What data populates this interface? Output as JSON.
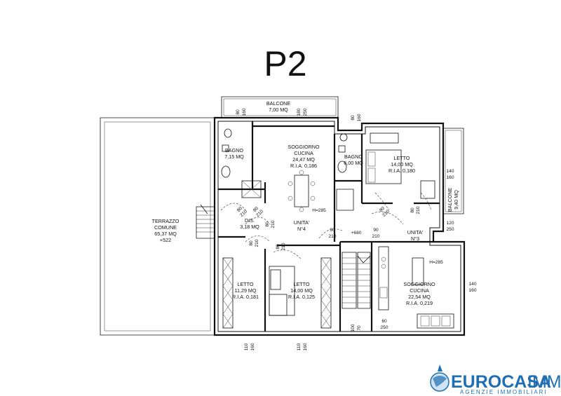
{
  "title": "P2",
  "rooms": {
    "balcone_top": [
      "BALCONE",
      "7,00 MQ"
    ],
    "terrazzo": [
      "TERRAZZO",
      "COMUNE",
      "65,37 MQ",
      "+522"
    ],
    "bagno_left": [
      "BAGNO",
      "7,15 MQ"
    ],
    "soggiorno4": [
      "SOGGIORNO",
      "CUCINA",
      "24,47 MQ",
      "R.I.A. 0,186"
    ],
    "bagno_right": [
      "BAGNO",
      "6,00 MQ"
    ],
    "letto_tr": [
      "LETTO",
      "14,00 MQ",
      "R.I.A. 0,180"
    ],
    "balcone_right": [
      "BALCONE",
      "9,40 MQ"
    ],
    "dis": [
      "DIS.",
      "3,18 MQ"
    ],
    "unita4": [
      "UNITA'",
      "N°4"
    ],
    "unita3": [
      "UNITA'",
      "N°3"
    ],
    "letto_bl": [
      "LETTO",
      "11,29 MQ",
      "R.I.A. 0,181"
    ],
    "letto_bm": [
      "LETTO",
      "14,00 MQ",
      "R.I.A. 0,125"
    ],
    "soggiorno3": [
      "SOGGIORNO",
      "CUCINA",
      "22,54 MQ",
      "R.I.A. 0,219"
    ]
  },
  "dims": {
    "d1": [
      "80",
      "160"
    ],
    "d2": [
      "180",
      "250"
    ],
    "d3": [
      "80",
      "160"
    ],
    "h285a": "H=285",
    "h285b": "H=285",
    "d4": [
      "80",
      "210"
    ],
    "d5": [
      "80",
      "210"
    ],
    "d6": [
      "80",
      "210"
    ],
    "d7": [
      "80",
      "210"
    ],
    "d8": [
      "80",
      "210"
    ],
    "d9": [
      "80",
      "210"
    ],
    "d10": [
      "90",
      "210"
    ],
    "d11": [
      "90",
      "210"
    ],
    "plus680": "+680",
    "d12": [
      "140",
      "160"
    ],
    "d13": [
      "120",
      "250"
    ],
    "d14": [
      "140",
      "160"
    ],
    "d15": [
      "60",
      "250"
    ],
    "d16": [
      "100",
      "70"
    ],
    "d17": [
      "110",
      "160"
    ],
    "d18": [
      "110",
      "160"
    ]
  },
  "logo": {
    "main": "EUROCASA",
    "tail": "IMM",
    "sub": "AGENZIE IMMOBILIARI"
  },
  "colors": {
    "brand": "#1f6fb2",
    "line": "#111111"
  }
}
